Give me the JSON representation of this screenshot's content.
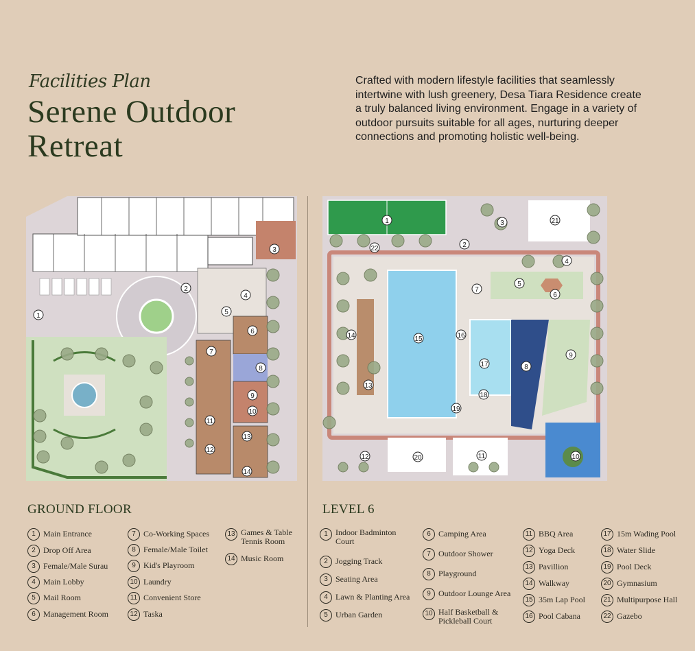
{
  "header": {
    "subtitle": "Facilities Plan",
    "title": "Serene Outdoor Retreat",
    "intro": "Crafted with modern lifestyle facilities that seamlessly intertwine with lush greenery, Desa Tiara Residence create a truly balanced living environment. Engage in a variety of outdoor pursuits suitable for all ages, nurturing deeper connections and promoting holistic well-being."
  },
  "ground_floor": {
    "heading": "GROUND FLOOR",
    "items": [
      {
        "n": "1",
        "label": "Main Entrance"
      },
      {
        "n": "2",
        "label": "Drop Off Area"
      },
      {
        "n": "3",
        "label": "Female/Male Surau"
      },
      {
        "n": "4",
        "label": "Main Lobby"
      },
      {
        "n": "5",
        "label": "Mail Room"
      },
      {
        "n": "6",
        "label": "Management Room"
      },
      {
        "n": "7",
        "label": "Co-Working Spaces"
      },
      {
        "n": "8",
        "label": "Female/Male Toilet"
      },
      {
        "n": "9",
        "label": "Kid's Playroom"
      },
      {
        "n": "10",
        "label": "Laundry"
      },
      {
        "n": "11",
        "label": "Convenient Store"
      },
      {
        "n": "12",
        "label": "Taska"
      },
      {
        "n": "13",
        "label": "Games & Table Tennis Room"
      },
      {
        "n": "14",
        "label": "Music Room"
      }
    ]
  },
  "level6": {
    "heading": "LEVEL 6",
    "items": [
      {
        "n": "1",
        "label": "Indoor Badminton Court"
      },
      {
        "n": "2",
        "label": "Jogging Track"
      },
      {
        "n": "3",
        "label": "Seating Area"
      },
      {
        "n": "4",
        "label": "Lawn & Planting Area"
      },
      {
        "n": "5",
        "label": "Urban Garden"
      },
      {
        "n": "6",
        "label": "Camping Area"
      },
      {
        "n": "7",
        "label": "Outdoor Shower"
      },
      {
        "n": "8",
        "label": "Playground"
      },
      {
        "n": "9",
        "label": "Outdoor Lounge Area"
      },
      {
        "n": "10",
        "label": "Half Basketball & Pickleball Court"
      },
      {
        "n": "11",
        "label": "BBQ Area"
      },
      {
        "n": "12",
        "label": "Yoga Deck"
      },
      {
        "n": "13",
        "label": "Pavillion"
      },
      {
        "n": "14",
        "label": "Walkway"
      },
      {
        "n": "15",
        "label": "35m Lap Pool"
      },
      {
        "n": "16",
        "label": "Pool Cabana"
      },
      {
        "n": "17",
        "label": "15m Wading Pool"
      },
      {
        "n": "18",
        "label": "Water Slide"
      },
      {
        "n": "19",
        "label": "Pool Deck"
      },
      {
        "n": "20",
        "label": "Gymnasium"
      },
      {
        "n": "21",
        "label": "Multipurpose Hall"
      },
      {
        "n": "22",
        "label": "Gazebo"
      }
    ]
  },
  "colors": {
    "background": "#e0cdb8",
    "heading_green": "#2b3a1f",
    "building_brown": "#b88a6a",
    "lawn_green": "#cfe0c0",
    "pool_blue": "#8fd0ec",
    "court_green": "#2f9a4c",
    "basketball_blue": "#4a8ad0"
  }
}
